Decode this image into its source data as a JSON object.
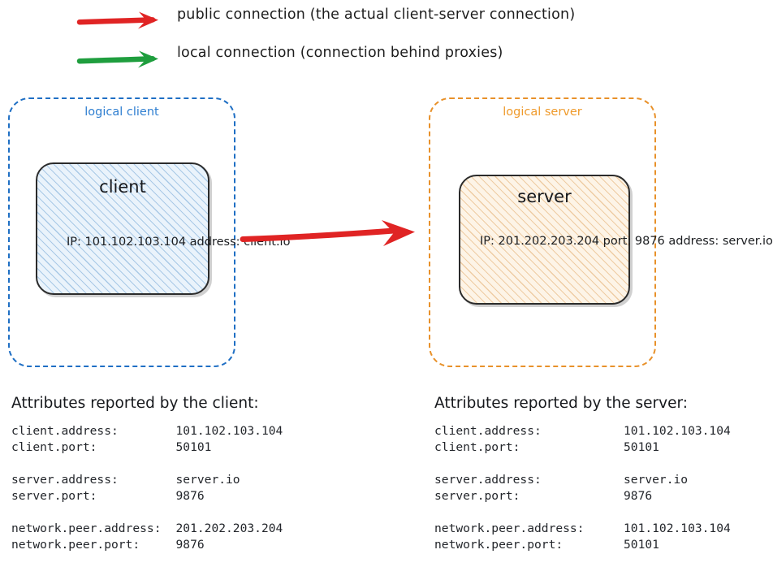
{
  "legend": [
    {
      "arrow_icon": "red-arrow-icon",
      "color": "#e02424",
      "label": "public connection (the actual client-server connection)"
    },
    {
      "arrow_icon": "green-arrow-icon",
      "color": "#1f9e3e",
      "label": "local connection (connection behind proxies)"
    }
  ],
  "diagram": {
    "public_arrow_color": "#e02424",
    "client_group": {
      "label": "logical client",
      "border_color": "#1f6fc4",
      "node": {
        "title": "client",
        "fill_color": "#eaf3fb",
        "properties": "IP: 101.102.103.104\naddress: client.io"
      }
    },
    "server_group": {
      "label": "logical server",
      "border_color": "#e8912a",
      "node": {
        "title": "server",
        "fill_color": "#fdf4e7",
        "properties": "IP: 201.202.203.204\nport: 9876\naddress: server.io"
      }
    }
  },
  "client_attributes": {
    "heading": "Attributes reported by the client:",
    "rows": [
      {
        "key": "client.address:",
        "value": "101.102.103.104"
      },
      {
        "key": "client.port:",
        "value": "50101"
      },
      {
        "key": "",
        "value": ""
      },
      {
        "key": "server.address:",
        "value": "server.io"
      },
      {
        "key": "server.port:",
        "value": "9876"
      },
      {
        "key": "",
        "value": ""
      },
      {
        "key": "network.peer.address:",
        "value": "201.202.203.204"
      },
      {
        "key": "network.peer.port:",
        "value": "9876"
      }
    ]
  },
  "server_attributes": {
    "heading": "Attributes reported by the server:",
    "rows": [
      {
        "key": "client.address:",
        "value": "101.102.103.104"
      },
      {
        "key": "client.port:",
        "value": "50101"
      },
      {
        "key": "",
        "value": ""
      },
      {
        "key": "server.address:",
        "value": "server.io"
      },
      {
        "key": "server.port:",
        "value": "9876"
      },
      {
        "key": "",
        "value": ""
      },
      {
        "key": "network.peer.address:",
        "value": "101.102.103.104"
      },
      {
        "key": "network.peer.port:",
        "value": "50101"
      }
    ]
  }
}
